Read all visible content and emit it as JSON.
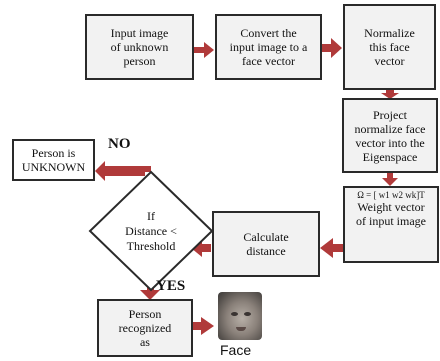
{
  "colors": {
    "arrow": "#b03a3a",
    "box_fill": "#f2f2f2",
    "box_border": "#2a2a2a"
  },
  "boxes": {
    "input_image": "Input image\nof unknown\nperson",
    "convert": "Convert the\ninput image to a\nface vector",
    "normalize": "Normalize\nthis face\nvector",
    "project": "Project\nnormalize face\nvector into the\nEigenspace",
    "weight_formula": "Ω = [ w1  w2  wk]T",
    "weight_text": "Weight vector\nof input image",
    "calculate": "Calculate\ndistance",
    "decision": "If\nDistance <\nThreshold",
    "unknown": "Person is\nUNKNOWN",
    "recognized": "Person\nrecognized\nas"
  },
  "labels": {
    "no": "NO",
    "yes": "YES"
  },
  "face": {
    "caption": "Face"
  }
}
